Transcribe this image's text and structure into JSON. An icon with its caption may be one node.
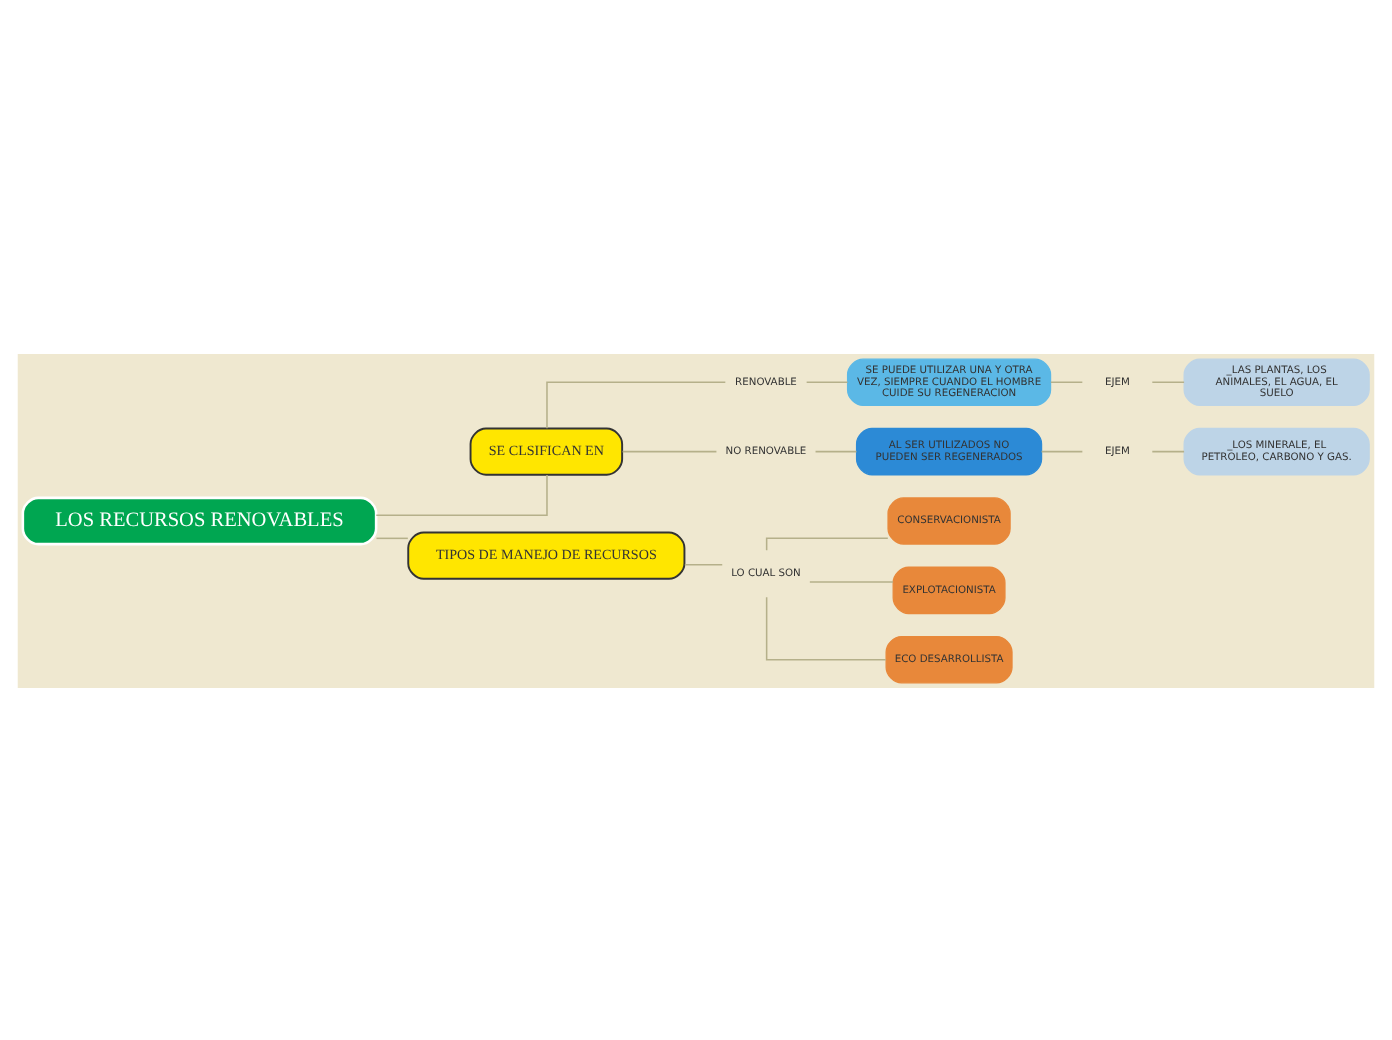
{
  "diagram": {
    "nodes": [
      {
        "text": [
          "LOS RECURSOS RENOVABLES"
        ]
      },
      {
        "text": [
          "SE CLSIFICAN EN"
        ]
      },
      {
        "text": [
          "TIPOS DE MANEJO DE RECURSOS"
        ]
      },
      {
        "text": [
          "RENOVABLE"
        ]
      },
      {
        "text": [
          "NO RENOVABLE"
        ]
      },
      {
        "text": [
          "SE PUEDE UTILIZAR UNA Y OTRA VEZ, SIEMPRE CUANDO EL HOMBRE CUIDE SU REGENERACION"
        ]
      },
      {
        "text": [
          "AL SER UTILIZADOS NO PUEDEN SER REGENERADOS"
        ]
      },
      {
        "text": [
          "EJEM"
        ]
      },
      {
        "text": [
          "EJEM"
        ]
      },
      {
        "text": [
          "_LAS PLANTAS, LOS ANIMALES, EL AGUA, EL SUELO"
        ]
      },
      {
        "text": [
          "_LOS MINERALE, EL PETROLEO, CARBONO Y GAS."
        ]
      },
      {
        "text": [
          "LO CUAL SON"
        ]
      },
      {
        "text": [
          "CONSERVACIONISTA"
        ]
      },
      {
        "text": [
          "EXPLOTACIONISTA"
        ]
      },
      {
        "text": [
          "ECO DESARROLLISTA"
        ]
      }
    ],
    "edges": [
      {
        "from": 0,
        "to": 1,
        "arrow": "none"
      },
      {
        "from": 0,
        "to": 2,
        "arrow": "none"
      },
      {
        "from": 1,
        "to": 3,
        "arrow": "none"
      },
      {
        "from": 1,
        "to": 4,
        "arrow": "none"
      },
      {
        "from": 3,
        "to": 5,
        "arrow": "none"
      },
      {
        "from": 4,
        "to": 6,
        "arrow": "none"
      },
      {
        "from": 5,
        "to": 7,
        "arrow": "none"
      },
      {
        "from": 6,
        "to": 8,
        "arrow": "none"
      },
      {
        "from": 7,
        "to": 9,
        "arrow": "none"
      },
      {
        "from": 8,
        "to": 10,
        "arrow": "none"
      },
      {
        "from": 2,
        "to": 11,
        "arrow": "none"
      },
      {
        "from": 11,
        "to": 12,
        "arrow": "none"
      },
      {
        "from": 11,
        "to": 13,
        "arrow": "none"
      },
      {
        "from": 11,
        "to": 14,
        "arrow": "none"
      }
    ]
  }
}
